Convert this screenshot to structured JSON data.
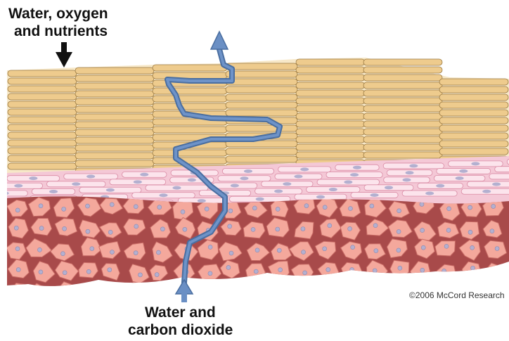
{
  "labels": {
    "top_line1": "Water, oxygen",
    "top_line2": "and nutrients",
    "bottom_line1": "Water and",
    "bottom_line2": "carbon dioxide",
    "copyright": "©2006 McCord Research"
  },
  "colors": {
    "corneocyte_fill": "#eecb8d",
    "corneocyte_stroke": "#9a7a44",
    "corneum_bg": "#f7e8c8",
    "epidermis_bg": "#f4c8d6",
    "epidermis_cell": "#fce4ec",
    "dermis_bg": "#a84a4a",
    "dermis_cell": "#f4a89c",
    "nucleus": "#b3b0d0",
    "path": "#5b7fb5",
    "arrow_down": "#111111"
  },
  "icons": {
    "top_arrow": "arrow-down-icon",
    "exit_arrow": "arrow-up-icon",
    "entry_arrow": "arrow-up-icon"
  }
}
